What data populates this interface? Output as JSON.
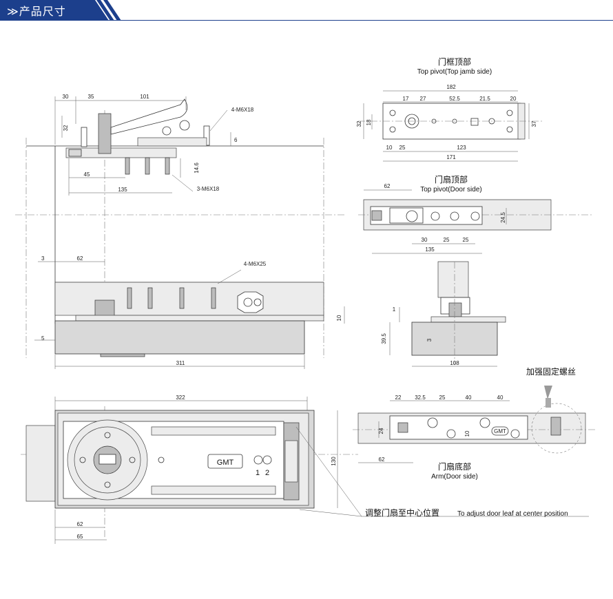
{
  "header": {
    "title": "≫产品尺寸"
  },
  "colors": {
    "banner": "#1c3f8c",
    "line": "#333333",
    "part": "#d9d9d9"
  },
  "titles": {
    "top_jamb_cn": "门框顶部",
    "top_jamb_en": "Top pivot(Top jamb side)",
    "door_top_cn": "门扇顶部",
    "door_top_en": "Top pivot(Door side)",
    "arm_cn": "门扇底部",
    "arm_en": "Arm(Door side)",
    "reinforce": "加强固定螺丝",
    "adjust_cn": "调整门扇至中心位置",
    "adjust_en": "To adjust door leaf at center position",
    "logo": "GMT",
    "num1": "1",
    "num2": "2"
  },
  "dims": {
    "d30": "30",
    "d35": "35",
    "d101": "101",
    "d32": "32",
    "d6": "6",
    "screw4": "4-M6X18",
    "d14_6": "14.6",
    "d45": "45",
    "d135": "135",
    "screw3": "3-M6X18",
    "d3": "3",
    "d62": "62",
    "screw4b": "4-M6X25",
    "d10": "10",
    "d5": "5",
    "d311": "311",
    "d322": "322",
    "d130": "130",
    "d65": "65",
    "tj182": "182",
    "tj17": "17",
    "tj27": "27",
    "tj52_5": "52.5",
    "tj21_5": "21.5",
    "tj20": "20",
    "tj18": "18",
    "tj37": "37",
    "tj10": "10",
    "tj25": "25",
    "tj123": "123",
    "tj171": "171",
    "dt62": "62",
    "dt24_5": "24.5",
    "dt30": "30",
    "dt25a": "25",
    "dt25b": "25",
    "dt135": "135",
    "cs1": "1",
    "cs39_5": "39.5",
    "cs3": "3",
    "cs108": "108",
    "ar22": "22",
    "ar32_5": "32.5",
    "ar25": "25",
    "ar40a": "40",
    "ar40b": "40",
    "ar24": "24",
    "ar10": "10",
    "ar62": "62"
  }
}
